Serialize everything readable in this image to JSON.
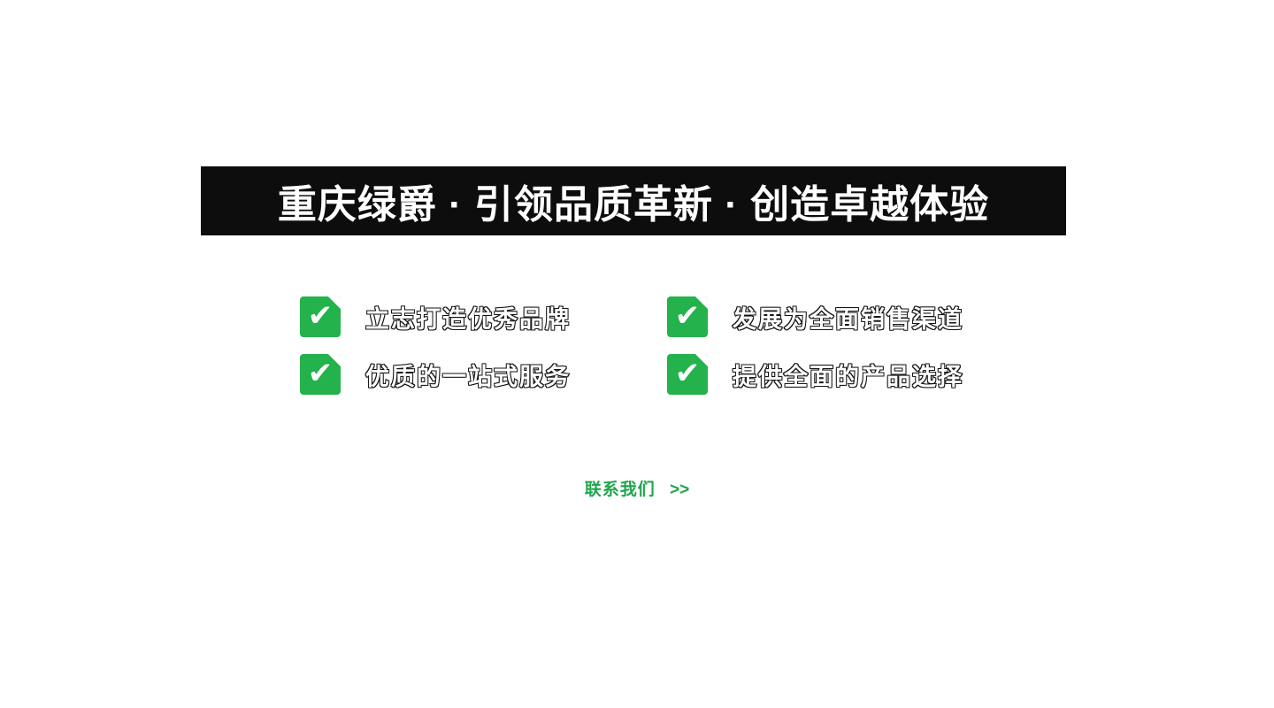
{
  "banner": {
    "title": "重庆绿爵 · 引领品质革新 · 创造卓越体验"
  },
  "features": {
    "items": [
      {
        "label": "立志打造优秀品牌"
      },
      {
        "label": "发展为全面销售渠道"
      },
      {
        "label": "优质的一站式服务"
      },
      {
        "label": "提供全面的产品选择"
      }
    ],
    "check_glyph": "✔"
  },
  "contact": {
    "label": "联系我们",
    "arrow": ">>"
  },
  "colors": {
    "accent_green": "#23b24b",
    "link_green": "#1ea64c",
    "banner_bg": "#0d0d0d"
  }
}
